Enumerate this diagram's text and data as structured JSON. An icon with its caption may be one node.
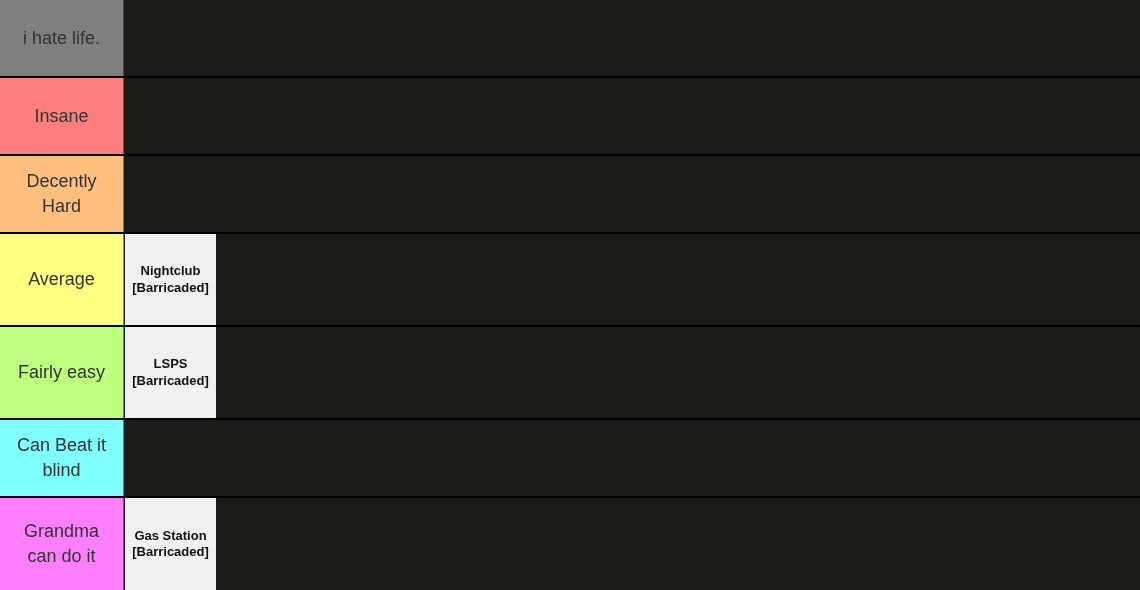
{
  "diagram": {
    "nodes": [
      {
        "text": [
          "i hate life."
        ]
      },
      {
        "text": [
          "Insane"
        ]
      },
      {
        "text": [
          "Decently Hard"
        ]
      },
      {
        "text": [
          "Average"
        ]
      },
      {
        "text": [
          "Nightclub [Barricaded]"
        ],
        "in": 3
      },
      {
        "text": [
          "Fairly easy"
        ]
      },
      {
        "text": [
          "LSPS [Barricaded]"
        ],
        "in": 5
      },
      {
        "text": [
          "Can Beat it blind"
        ]
      },
      {
        "text": [
          "Grandma can do it"
        ]
      },
      {
        "text": [
          "Gas Station [Barricaded]"
        ],
        "in": 8
      }
    ]
  }
}
